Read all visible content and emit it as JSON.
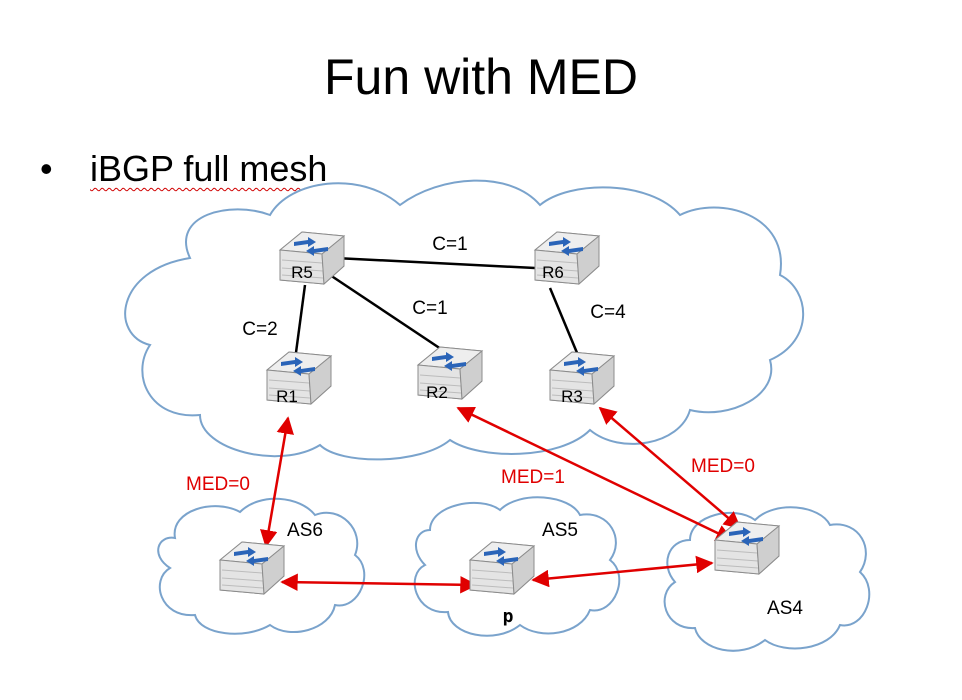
{
  "title": "Fun with MED",
  "bullet": {
    "marker": "•",
    "text": "iBGP full mesh"
  },
  "routers": {
    "r5": "R5",
    "r6": "R6",
    "r1": "R1",
    "r2": "R2",
    "r3": "R3"
  },
  "link_costs": {
    "r5_r6": "C=1",
    "r5_r2": "C=1",
    "r5_r1": "C=2",
    "r6_r3": "C=4"
  },
  "med_labels": {
    "r1_as6": "MED=0",
    "r2_as4": "MED=1",
    "r3_as4": "MED=0"
  },
  "as_labels": {
    "as6": "AS6",
    "as5": "AS5",
    "as4": "AS4"
  },
  "prefix_router_label": "p",
  "colors": {
    "med_arrow": "#e00000",
    "link": "#000000",
    "cloud_stroke": "#7aa3cc",
    "router_top": "#e6e6e6",
    "router_icon": "#2a64b8"
  },
  "icons": [
    "router-icon",
    "cloud-shape"
  ]
}
